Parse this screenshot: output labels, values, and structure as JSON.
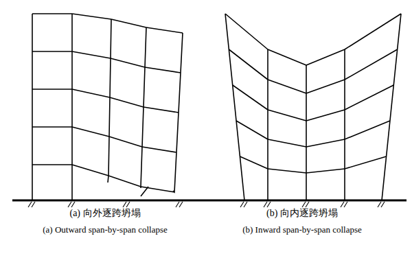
{
  "diagram": {
    "labels": [
      "(a) 向外逐跨坍塌",
      "(b) 向内逐跨坍塌",
      "(a) Outward span-by-span collapse",
      "(b) Inward span-by-span collapse"
    ]
  }
}
